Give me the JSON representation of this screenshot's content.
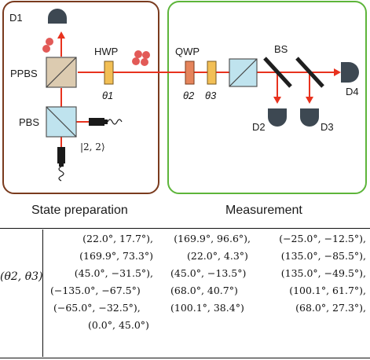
{
  "diagram": {
    "labels": {
      "d1": "D1",
      "hwp": "HWP",
      "theta1": "θ1",
      "ppbs": "PPBS",
      "pbs": "PBS",
      "ket": "|2, 2⟩",
      "qwp": "QWP",
      "theta2": "θ2",
      "theta3": "θ3",
      "bs": "BS",
      "d2": "D2",
      "d3": "D3",
      "d4": "D4"
    },
    "captions": {
      "state_preparation": "State preparation",
      "measurement": "Measurement"
    },
    "colors": {
      "left_panel_border": "#7a3b1e",
      "right_panel_border": "#5db53a",
      "beam": "#e8321e",
      "ppbs_fill": "#dccbb0",
      "pbs_fill": "#bfe3ee",
      "hwp_fill": "#f2bf55",
      "qwp_fill": "#e5845b",
      "detector_fill": "#3d4852",
      "photon_fill": "#e25a57"
    }
  },
  "table": {
    "row_label": "(θ2, θ3)",
    "rows": [
      [
        "(22.0°, 17.7°),",
        "(169.9°, 96.6°),",
        "(−25.0°, −12.5°),"
      ],
      [
        "(169.9°, 73.3°)",
        "(22.0°, 4.3°)",
        "(135.0°, −85.5°),"
      ],
      [
        "(45.0°, −31.5°),",
        "(45.0°, −13.5°)",
        "(135.0°, −49.5°),"
      ],
      [
        "(−135.0°, −67.5°)",
        "(68.0°, 40.7°)",
        "(100.1°, 61.7°),"
      ],
      [
        "(−65.0°, −32.5°),",
        "(100.1°, 38.4°)",
        "(68.0°, 27.3°),"
      ],
      [
        "(0.0°, 45.0°)",
        "",
        ""
      ]
    ]
  }
}
